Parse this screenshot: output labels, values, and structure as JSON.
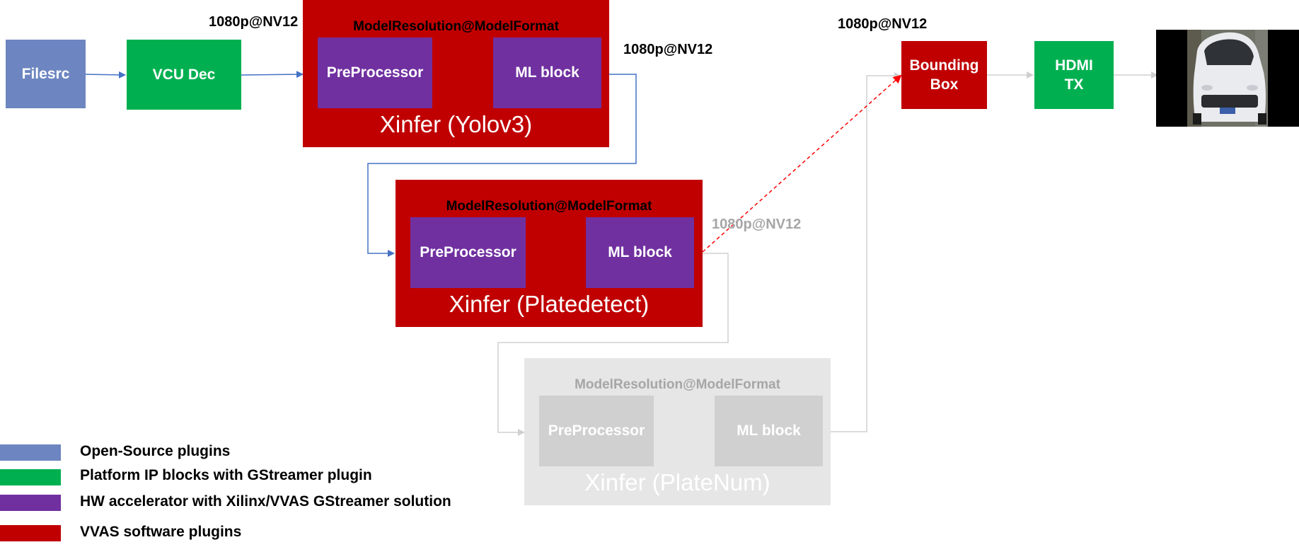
{
  "colors": {
    "open_source": "#6d86c1",
    "platform_ip": "#00b050",
    "hw_accel": "#7030a0",
    "vvas_sw": "#c00000",
    "inactive_outer": "#e6e6e6",
    "inactive_inner": "#d0d0d0",
    "arrow_active": "#4472c4",
    "arrow_inactive": "#d0d0d0",
    "arrow_dashed": "#ff0000"
  },
  "nodes": {
    "filesrc": "Filesrc",
    "vcu_dec": "VCU Dec",
    "bounding_box": "Bounding\nBox",
    "hdmi_tx": "HDMI\nTX"
  },
  "formats": {
    "after_vcu": "1080p@NV12",
    "after_yolo": "1080p@NV12",
    "after_platedetect": "1080p@NV12",
    "before_bbox": "1080p@NV12"
  },
  "xinfer": [
    {
      "model_label": "ModelResolution@ModelFormat",
      "pre": "PreProcessor",
      "ml": "ML block",
      "title": "Xinfer (Yolov3)"
    },
    {
      "model_label": "ModelResolution@ModelFormat",
      "pre": "PreProcessor",
      "ml": "ML block",
      "title": "Xinfer (Platedetect)"
    },
    {
      "model_label": "ModelResolution@ModelFormat",
      "pre": "PreProcessor",
      "ml": "ML block",
      "title": "Xinfer (PlateNum)"
    }
  ],
  "legend": [
    {
      "label": "Open-Source plugins",
      "color": "#6d86c1"
    },
    {
      "label": "Platform IP blocks with GStreamer plugin",
      "color": "#00b050"
    },
    {
      "label": "HW accelerator with Xilinx/VVAS GStreamer solution",
      "color": "#7030a0"
    },
    {
      "label": "VVAS software plugins",
      "color": "#c00000"
    }
  ],
  "output_image": "car-thumbnail"
}
